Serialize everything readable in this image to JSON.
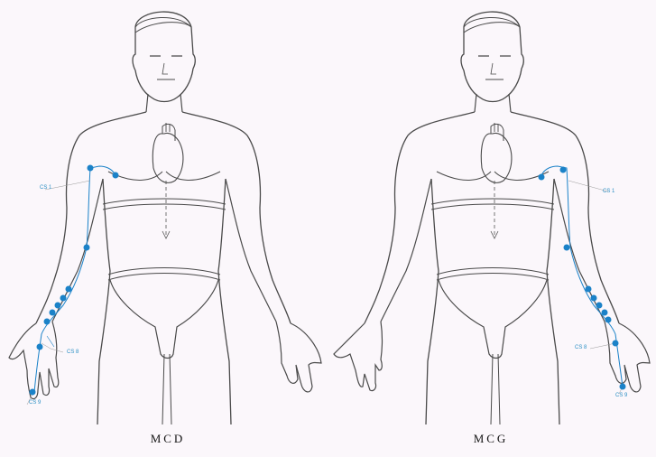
{
  "figures": {
    "left": {
      "caption": "MCD"
    },
    "right": {
      "caption": "MCG"
    }
  },
  "labels": {
    "left_cs1": "CS 1",
    "left_cs8": "CS 8",
    "left_cs9": "CS 9",
    "right_cs1": "CS 1",
    "right_cs8": "CS 8",
    "right_cs9": "CS 9"
  },
  "colors": {
    "meridian": "#1b82c8",
    "outline": "#4a4a4a",
    "background": "#fbf7fb"
  }
}
